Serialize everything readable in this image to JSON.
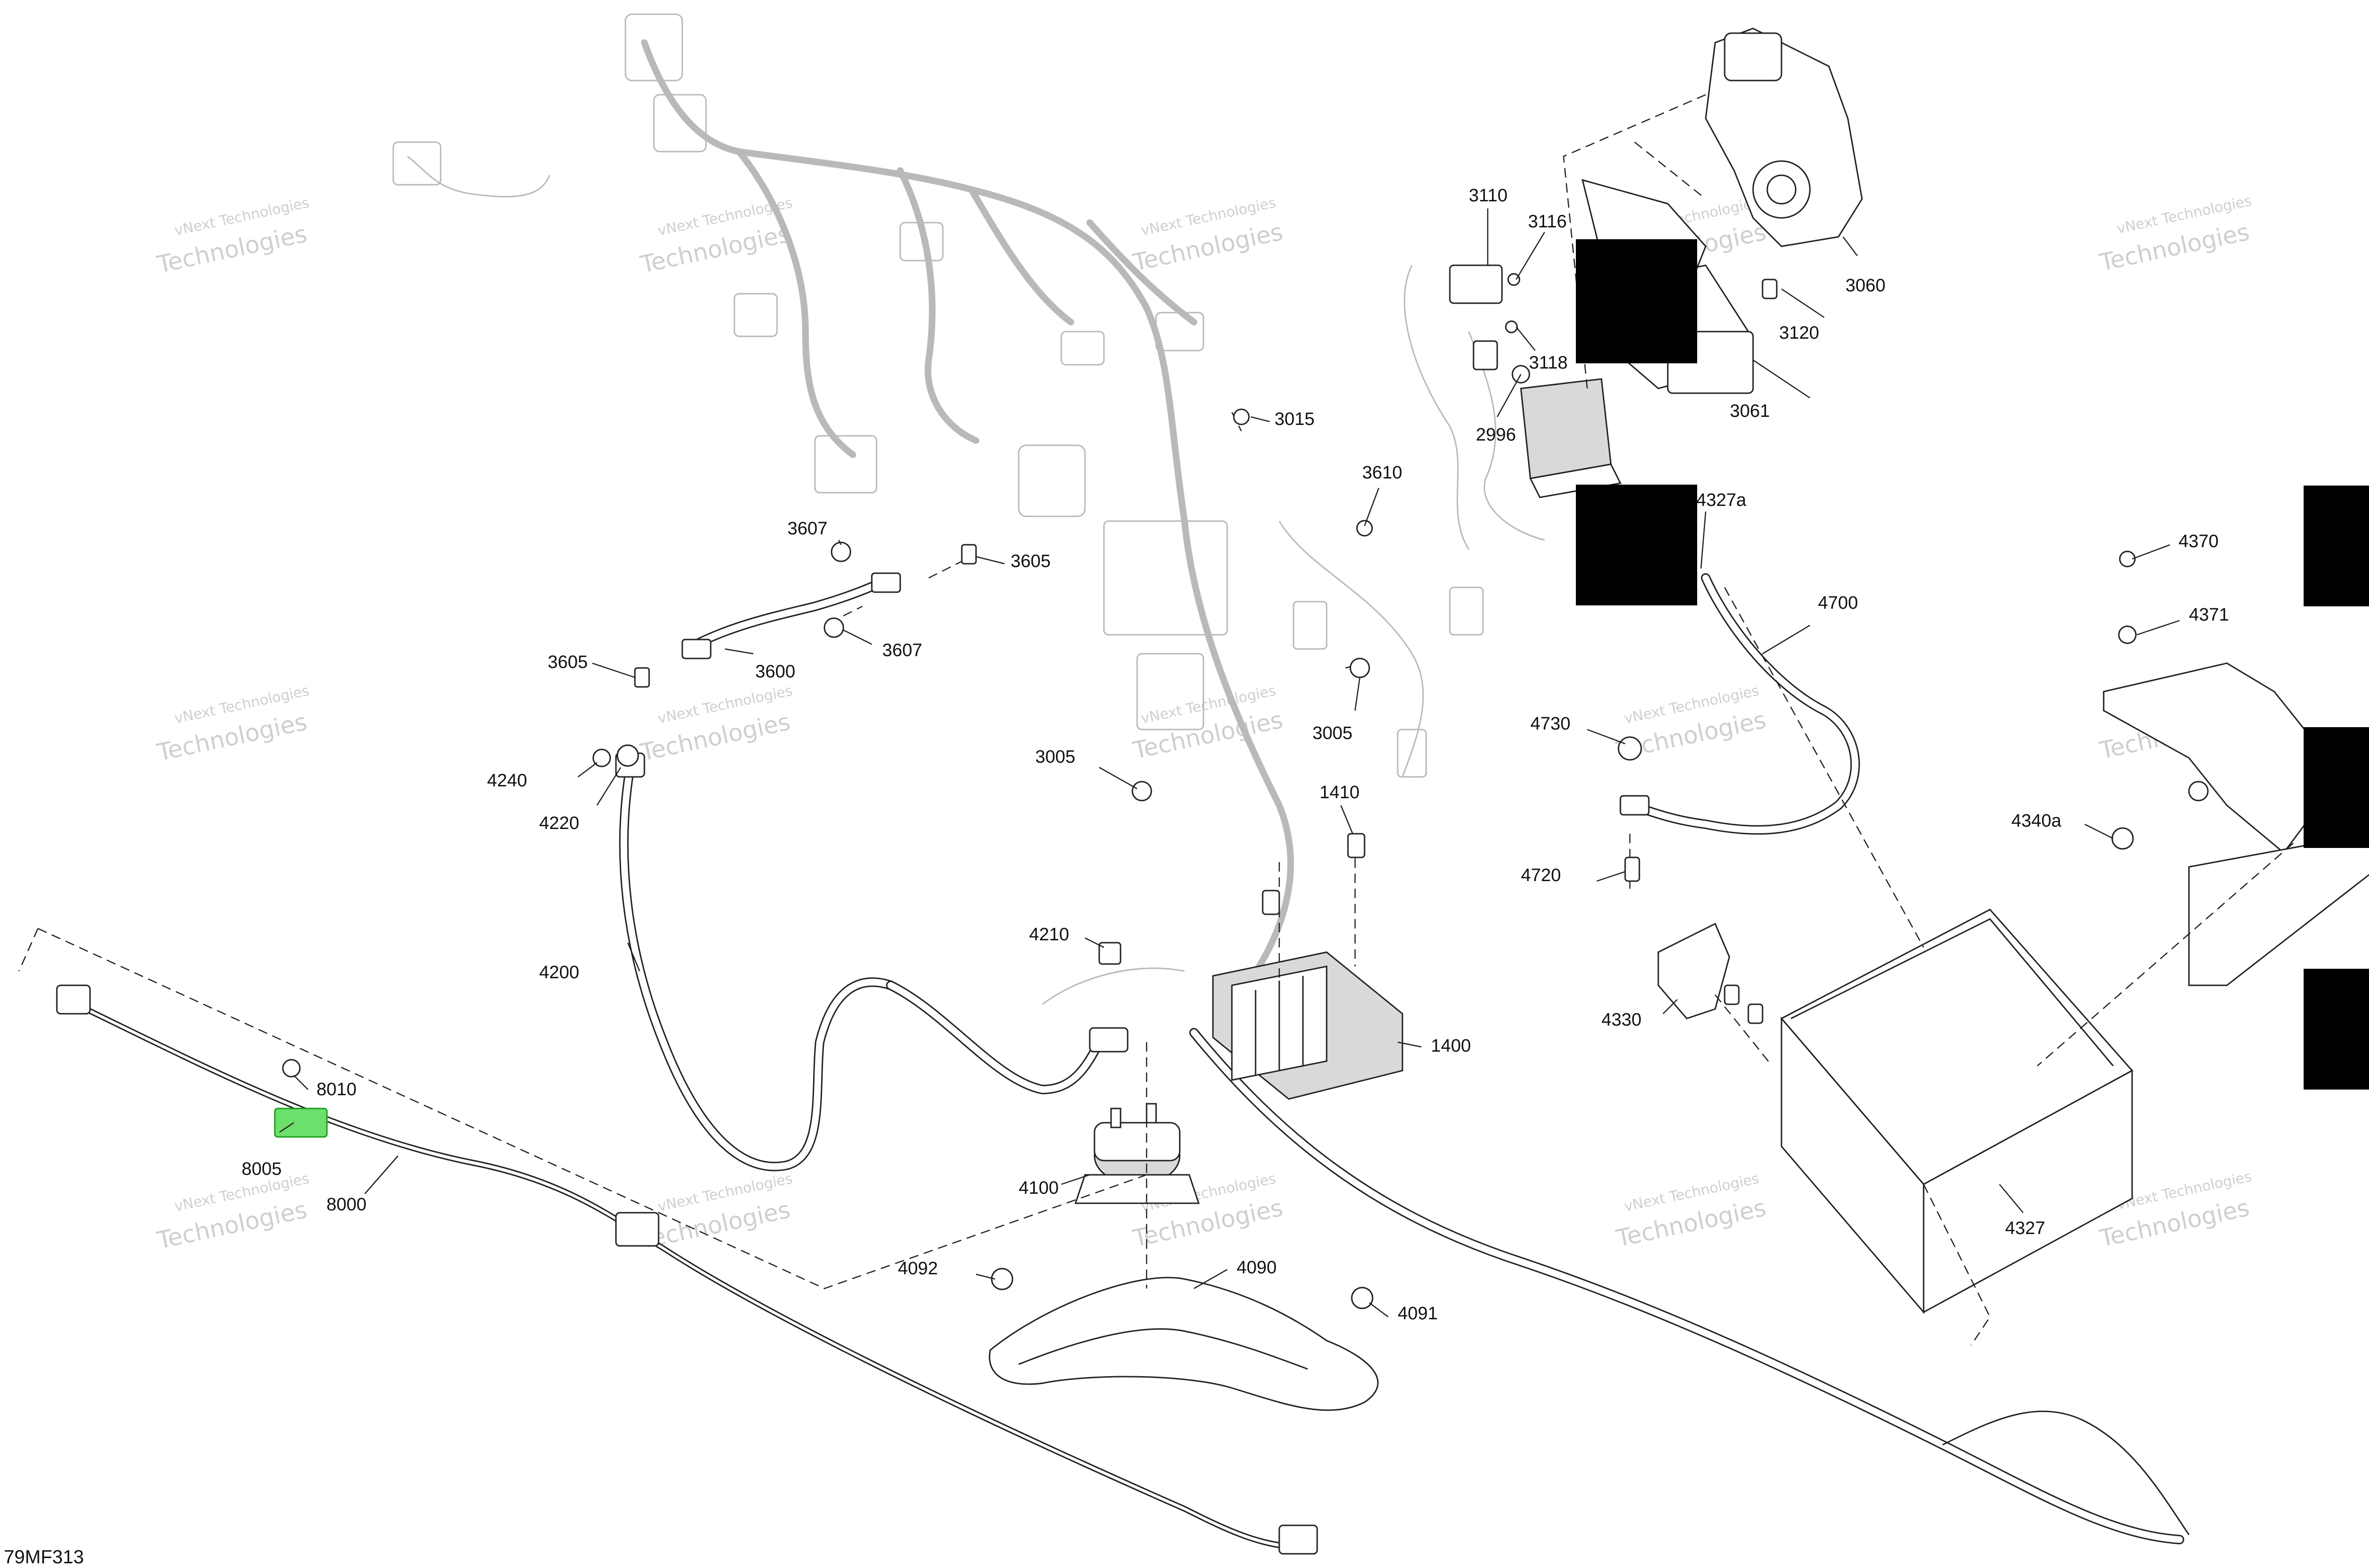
{
  "figure_code": "79MF313",
  "watermark": {
    "line1": "vNext Technologies",
    "line2": "Technologies"
  },
  "part_numbers": [
    "3110",
    "3116",
    "3060",
    "3120",
    "3118",
    "3061",
    "2996",
    "3015",
    "3610",
    "3607",
    "3605",
    "3605",
    "3600",
    "3607",
    "4327a",
    "4370",
    "4371",
    "4700",
    "4240",
    "4220",
    "3005",
    "3005",
    "4730",
    "4340a",
    "1410",
    "4720",
    "4210",
    "4200",
    "8010",
    "8005",
    "8000",
    "4330",
    "1400",
    "4100",
    "4092",
    "4090",
    "4091",
    "4327"
  ],
  "colors": {
    "highlight": "#6be06b",
    "line": "#222222",
    "ghost": "#b9b9b9",
    "redaction": "#000000"
  }
}
